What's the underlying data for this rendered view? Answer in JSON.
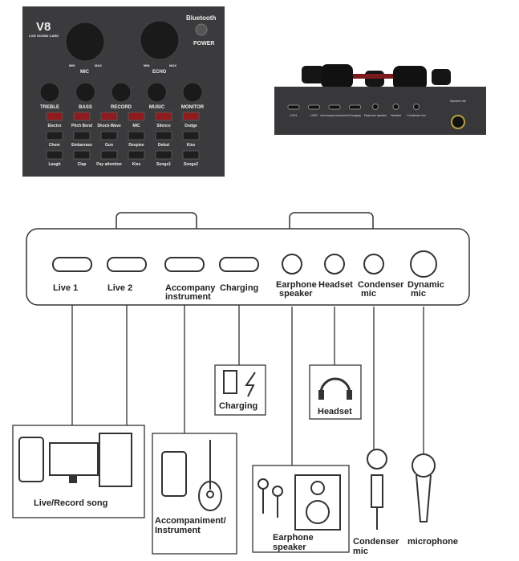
{
  "top_device": {
    "model": "V8",
    "subtitle": "LIVE SOUND CARD",
    "bluetooth": "Bluetooth",
    "power": "POWER",
    "big_knobs": [
      {
        "label": "MIC",
        "min": "MIN",
        "max": "MAX"
      },
      {
        "label": "ECHO",
        "min": "MIN",
        "max": "MAX"
      }
    ],
    "small_knobs": [
      "TREBLE",
      "BASS",
      "RECORD",
      "MUSIC",
      "MONITOR"
    ],
    "button_rows": [
      [
        "Electro",
        "Pitch Bend",
        "Shock-Wave",
        "MIC",
        "Silence",
        "Dodge"
      ],
      [
        "Cheer",
        "Embarrass",
        "Gun",
        "Despise",
        "Debut",
        "Kiss"
      ],
      [
        "Laugh",
        "Clap",
        "Pay attention",
        "Kiss",
        "Songs1",
        "Songs2"
      ]
    ],
    "colors": {
      "body": "#3b3b3d",
      "red_button": "#8e1c1f",
      "dark_button": "#1e1e1e"
    }
  },
  "side_device": {
    "ports": [
      "LIVE1",
      "LIVE2",
      "Accompany instrument",
      "Charging",
      "Earphone speaker",
      "Headset",
      "Condenser mic",
      "Dynamic mic"
    ]
  },
  "diagram": {
    "ports": [
      {
        "line1": "Live 1",
        "line2": ""
      },
      {
        "line1": "Live 2",
        "line2": ""
      },
      {
        "line1": "Accompany",
        "line2": "instrument"
      },
      {
        "line1": "Charging",
        "line2": ""
      },
      {
        "line1": "Earphone",
        "line2": "speaker"
      },
      {
        "line1": "Headset",
        "line2": ""
      },
      {
        "line1": "Condenser",
        "line2": "mic"
      },
      {
        "line1": "Dynamic",
        "line2": "mic"
      }
    ],
    "devices": {
      "live_record": "Live/Record song",
      "accompaniment_1": "Accompaniment/",
      "accompaniment_2": "Instrument",
      "charging": "Charging",
      "headset": "Headset",
      "earphone_1": "Earphone",
      "earphone_2": "speaker",
      "condenser_1": "Condenser",
      "condenser_2": "mic",
      "microphone": "microphone"
    }
  }
}
